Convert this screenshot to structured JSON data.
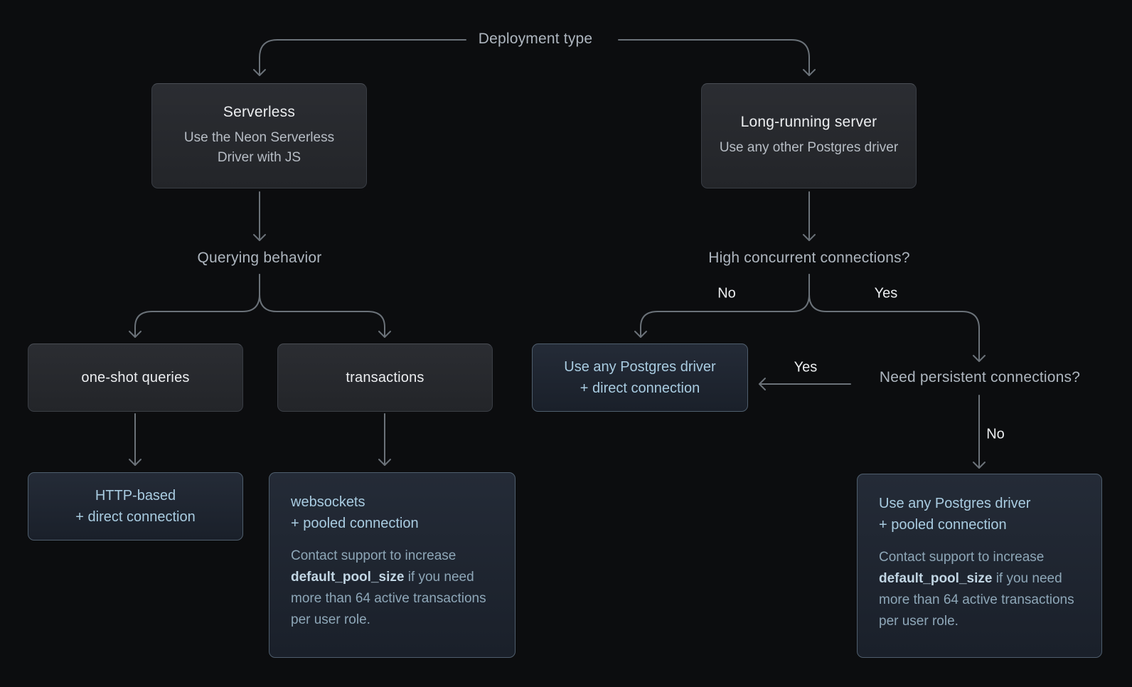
{
  "diagram": {
    "root_label": "Deployment type",
    "labels": {
      "querying_behavior": "Querying behavior",
      "high_concurrent": "High concurrent connections?",
      "need_persistent": "Need persistent connections?",
      "yes": "Yes",
      "no": "No"
    },
    "nodes": {
      "serverless": {
        "title": "Serverless",
        "subtitle": "Use the Neon Serverless Driver with JS"
      },
      "long_running": {
        "title": "Long-running server",
        "subtitle": "Use any other Postgres driver"
      },
      "one_shot": {
        "title": "one-shot queries"
      },
      "transactions": {
        "title": "transactions"
      },
      "http_based": {
        "line1": "HTTP-based",
        "line2": "+ direct connection"
      },
      "websockets": {
        "line1": "websockets",
        "line2": "+ pooled connection",
        "note_pre": "Contact support to increase ",
        "note_bold": "default_pool_size",
        "note_post": " if you need more than 64 active transactions per user role."
      },
      "any_driver_direct": {
        "line1": "Use any Postgres driver",
        "line2": "+ direct connection"
      },
      "any_driver_pooled": {
        "line1": "Use any Postgres driver",
        "line2": "+ pooled connection",
        "note_pre": "Contact support to increase ",
        "note_bold": "default_pool_size",
        "note_post": " if you need more than 64 active transactions per user role."
      }
    },
    "colors": {
      "background": "#0c0d0f",
      "node_background": "#26282d",
      "node_border": "#3b3f46",
      "node_title_text": "#eceef0",
      "node_subtitle_text": "#b7bdc5",
      "result_background": "#1e2531",
      "result_border": "#4f5e6d",
      "result_text": "#a9cce1",
      "result_note_text": "#8ea7b8",
      "result_note_bold_text": "#c2d6e4",
      "connector": "#6b7279",
      "label_text": "#aeb6bf",
      "edge_label_text": "#eceef0"
    }
  }
}
